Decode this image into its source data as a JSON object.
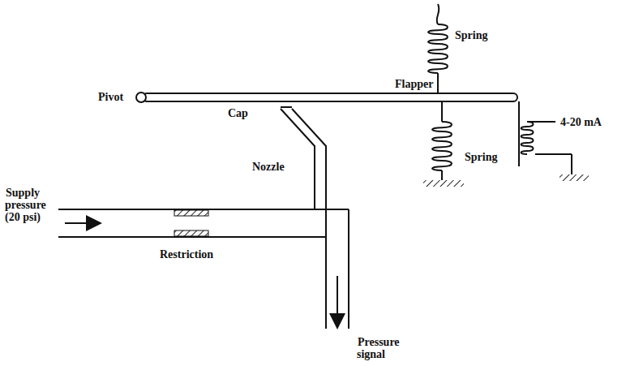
{
  "diagram": {
    "labels": [
      "Spring",
      "Flapper",
      "Pivot",
      "Cap",
      "Nozzle",
      "Spring",
      "4-20 mA",
      "Supply pressure (20 psi)",
      "Restriction",
      "Pressure signal"
    ]
  }
}
